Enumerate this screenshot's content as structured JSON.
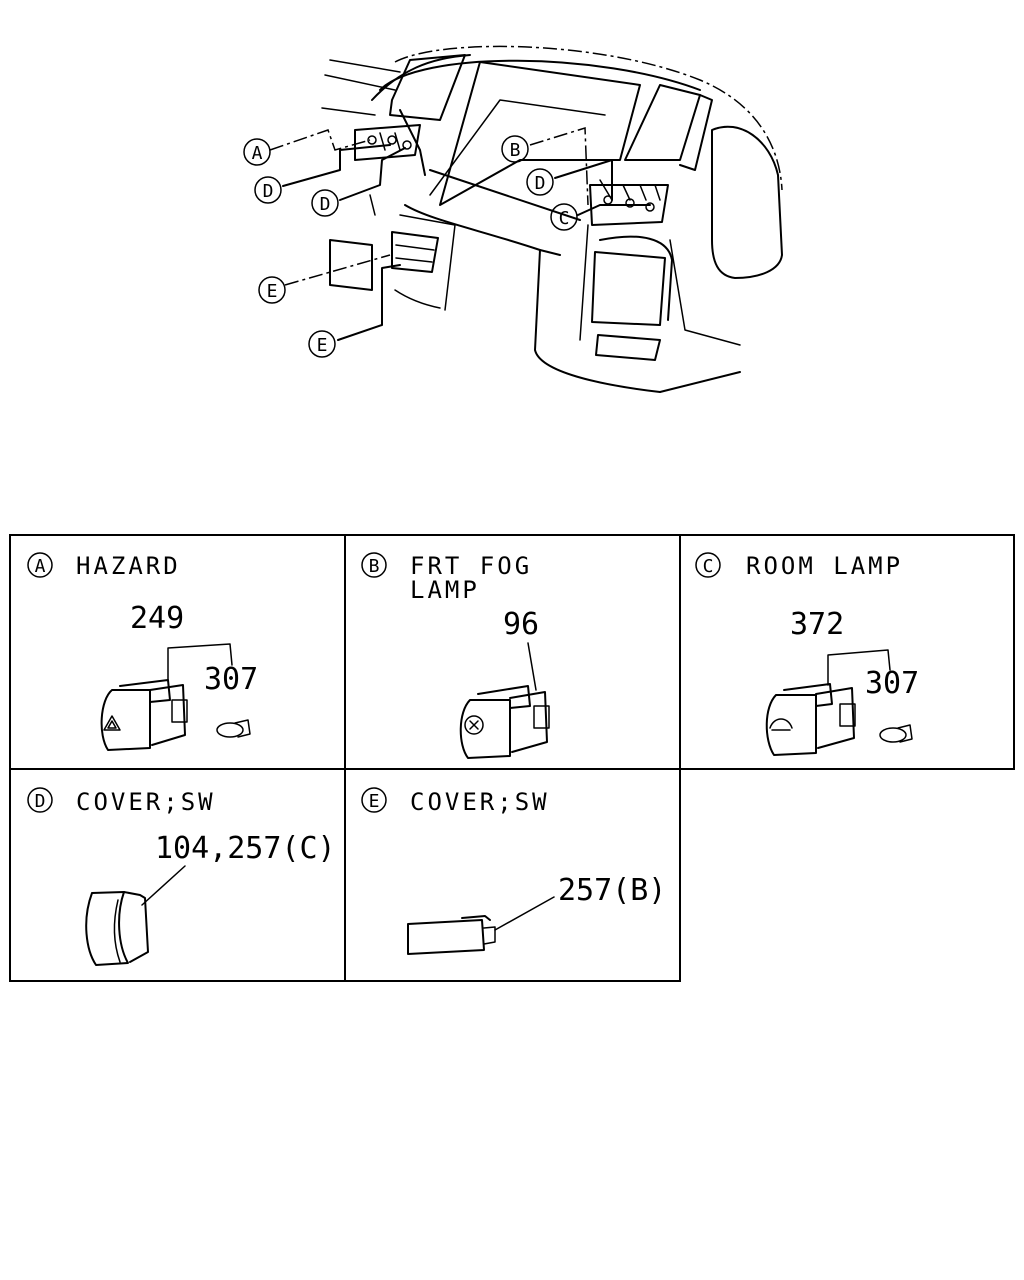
{
  "callouts": {
    "top_left_a": "A",
    "top_left_d1": "D",
    "top_left_d2": "D",
    "top_left_e1": "E",
    "top_left_e2": "E",
    "top_right_b": "B",
    "top_right_d": "D",
    "top_right_c": "C"
  },
  "cells": [
    {
      "letter": "A",
      "title_line1": "HAZARD",
      "title_line2": "",
      "part_main": "249",
      "part_bulb": "307"
    },
    {
      "letter": "B",
      "title_line1": "FRT FOG",
      "title_line2": "LAMP",
      "part_main": "96",
      "part_bulb": ""
    },
    {
      "letter": "C",
      "title_line1": "ROOM LAMP",
      "title_line2": "",
      "part_main": "372",
      "part_bulb": "307"
    },
    {
      "letter": "D",
      "title_line1": "COVER;SW",
      "title_line2": "",
      "part_main": "104,257(C)",
      "part_bulb": ""
    },
    {
      "letter": "E",
      "title_line1": "COVER;SW",
      "title_line2": "",
      "part_main": "257(B)",
      "part_bulb": ""
    }
  ]
}
